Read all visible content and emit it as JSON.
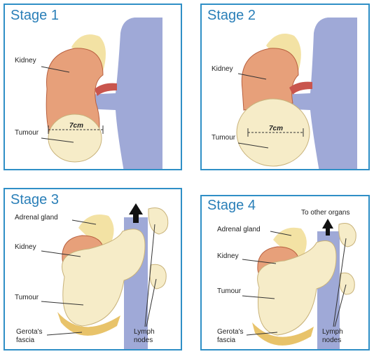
{
  "stages": [
    {
      "title": "Stage 1",
      "labels": {
        "kidney": "Kidney",
        "tumour": "Tumour",
        "size": "7cm"
      }
    },
    {
      "title": "Stage 2",
      "labels": {
        "kidney": "Kidney",
        "tumour": "Tumour",
        "size": "7cm"
      }
    },
    {
      "title": "Stage 3",
      "labels": {
        "adrenal": "Adrenal gland",
        "kidney": "Kidney",
        "tumour": "Tumour",
        "gerota_1": "Gerota's",
        "gerota_2": "fascia",
        "lymph_1": "Lymph",
        "lymph_2": "nodes"
      }
    },
    {
      "title": "Stage 4",
      "labels": {
        "other": "To other organs",
        "adrenal": "Adrenal gland",
        "kidney": "Kidney",
        "tumour": "Tumour",
        "gerota_1": "Gerota's",
        "gerota_2": "fascia",
        "lymph_1": "Lymph",
        "lymph_2": "nodes"
      }
    }
  ],
  "colors": {
    "border": "#2f8fc6",
    "title": "#2a7fb8",
    "kidney": "#e7a07a",
    "tumour": "#f6ecc8",
    "vein": "#8e9ad0",
    "adrenal": "#f3e2a4",
    "artery": "#c9554d"
  }
}
